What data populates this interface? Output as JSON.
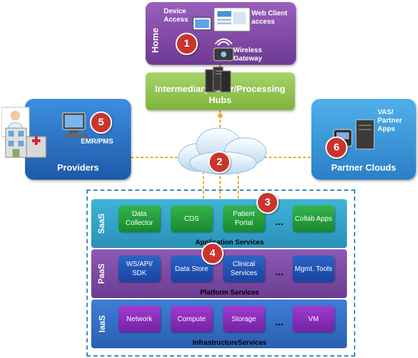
{
  "home": {
    "label": "Home",
    "device_access": "Device Access",
    "web_client": "Web Client access",
    "wireless_gateway": "Wireless Gateway",
    "badge": "1"
  },
  "hubs": {
    "label": "Intermediary Filter/Processing Hubs"
  },
  "cloud": {
    "badge": "2"
  },
  "providers": {
    "label": "Providers",
    "emr": "EMR/PMS",
    "badge": "5"
  },
  "partner": {
    "label": "Partner Clouds",
    "vas": "VAS/ Partner Apps",
    "badge": "6"
  },
  "stack": {
    "saas": {
      "name": "SaaS",
      "caption": "Application Services",
      "badge": "3",
      "items": [
        "Data Collector",
        "CDS",
        "Patient Portal",
        "Collab Apps"
      ]
    },
    "paas": {
      "name": "PaaS",
      "caption": "Platform Services",
      "badge": "4",
      "items": [
        "WS/API/ SDK",
        "Data Store",
        "Clinical Services",
        "Mgmt. Tools"
      ]
    },
    "iaas": {
      "name": "IaaS",
      "caption": "InfrastructureServices",
      "items": [
        "Network",
        "Compute",
        "Storage",
        "VM"
      ]
    },
    "ellipsis": "..."
  },
  "colors": {
    "connector": "#f5a623",
    "badge": "#c9352d",
    "stack_border": "#3b8fc4"
  }
}
